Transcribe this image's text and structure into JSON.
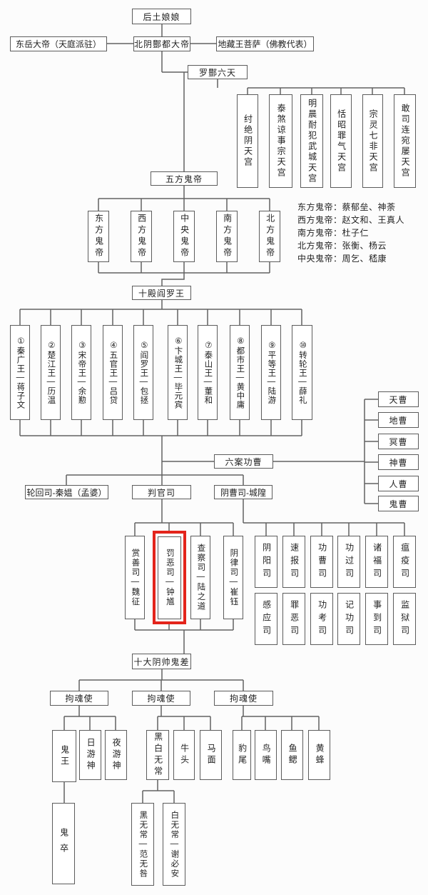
{
  "palette": {
    "line": "#5c5c5c",
    "highlight": "#e3241b",
    "background": "#fcfcfc",
    "text": "#1f1f1f"
  },
  "nodes": {
    "houtu": "后土娘娘",
    "dongyue": "东岳大帝（天庭派驻）",
    "beiyin": "北阴酆都大帝",
    "dizang": "地藏王菩萨（佛教代表）",
    "luofeng": "罗酆六天",
    "wufang": "五方鬼帝",
    "shidian": "十殿阎罗王",
    "liuan": "六案功曹",
    "lunhui": "轮回司-秦媪（孟婆）",
    "panguan": "判官司",
    "yincao": "阴曹司-城隍",
    "shida": "十大阴帅鬼差",
    "juhun": "拘魂使",
    "guizu": "鬼卒"
  },
  "luofeng_palaces": [
    "纣绝阴天宫",
    "泰煞谅事宗天宫",
    "明晨耐犯武城天宫",
    "恬昭罪气天宫",
    "宗灵七非天宫",
    "敢司连宛屡天宫"
  ],
  "five_emperors": [
    "东方鬼帝",
    "西方鬼帝",
    "中央鬼帝",
    "南方鬼帝",
    "北方鬼帝"
  ],
  "emperor_notes": [
    "东方鬼帝：蔡郁垒、神荼",
    "西方鬼帝：赵文和、王真人",
    "南方鬼帝：杜子仁",
    "北方鬼帝：张衡、杨云",
    "中央鬼帝：周乞、嵇康"
  ],
  "ten_kings": [
    "①秦广王—蒋子文",
    "②楚江王—历温",
    "③宋帝王—余懃",
    "④五官王—吕贷",
    "⑤阎罗王—包拯",
    "⑥卞城王—毕元宾",
    "⑦泰山王—董和",
    "⑧都市王—黄中庸",
    "⑨平等王—陆游",
    "⑩转轮王—薛礼"
  ],
  "six_cao": [
    "天曹",
    "地曹",
    "冥曹",
    "神曹",
    "人曹",
    "鬼曹"
  ],
  "judge_offices": [
    "赏善司—魏征",
    "罚恶司—钟馗",
    "查察司—陆之道",
    "阴律司—崔钰"
  ],
  "highlight": {
    "target": "罚恶司—钟馗",
    "color": "#e3241b"
  },
  "chenghuang_row1": [
    "阴阳司",
    "速报司",
    "功曹司",
    "功过司",
    "诸福司",
    "瘟疫司"
  ],
  "chenghuang_row2": [
    "感应司",
    "罪恶司",
    "功考司",
    "记功司",
    "事到司",
    "监狱司"
  ],
  "soul_groups": {
    "left": [
      "鬼王",
      "日游神",
      "夜游神"
    ],
    "middle": [
      "黑白无常",
      "牛头",
      "马面"
    ],
    "right": [
      "豹尾",
      "鸟嘴",
      "鱼鳃",
      "黄蜂"
    ]
  },
  "wuchang": [
    "黑无常—范无咎",
    "白无常—谢必安"
  ]
}
